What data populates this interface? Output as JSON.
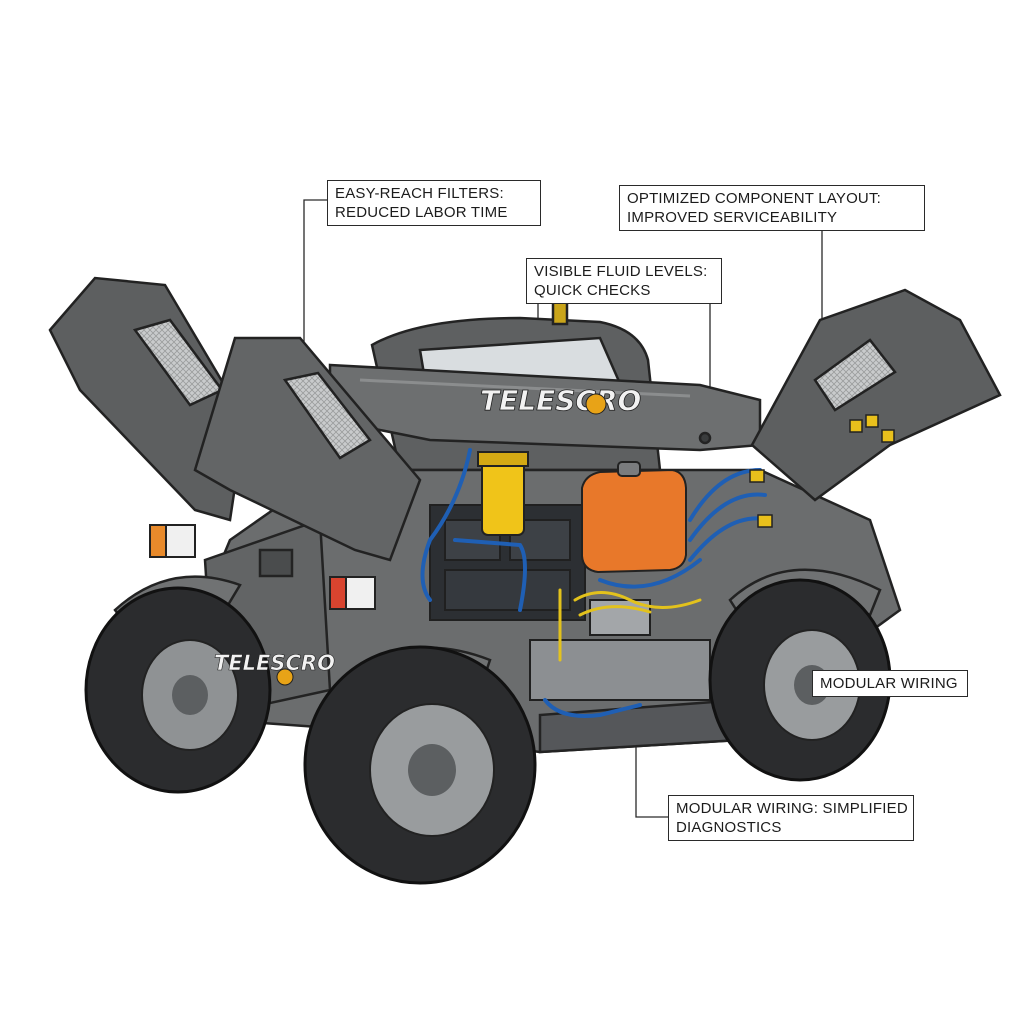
{
  "brand": {
    "boom_logo": "TELESCRO",
    "rear_logo": "TELESCRO"
  },
  "callouts": {
    "filters": {
      "line1": "EASY-REACH FILTERS:",
      "line2": "REDUCED LABOR TIME"
    },
    "layout": {
      "line1": "OPTIMIZED COMPONENT LAYOUT:",
      "line2": "IMPROVED SERVICEABILITY"
    },
    "fluid": {
      "line1": "VISIBLE FLUID LEVELS:",
      "line2": "QUICK CHECKS"
    },
    "wiring_short": {
      "line1": "MODULAR WIRING"
    },
    "wiring_long": {
      "line1": "MODULAR WIRING: SIMPLIFIED",
      "line2": "DIAGNOSTICS"
    }
  },
  "colors": {
    "body": "#6b6d6e",
    "body_dark": "#4a4c4d",
    "tire": "#2b2c2e",
    "hose": "#1f5fb4",
    "wire": "#e3c21c",
    "reservoir": "#e8782a",
    "filter": "#f0c419",
    "outline": "#232323"
  }
}
